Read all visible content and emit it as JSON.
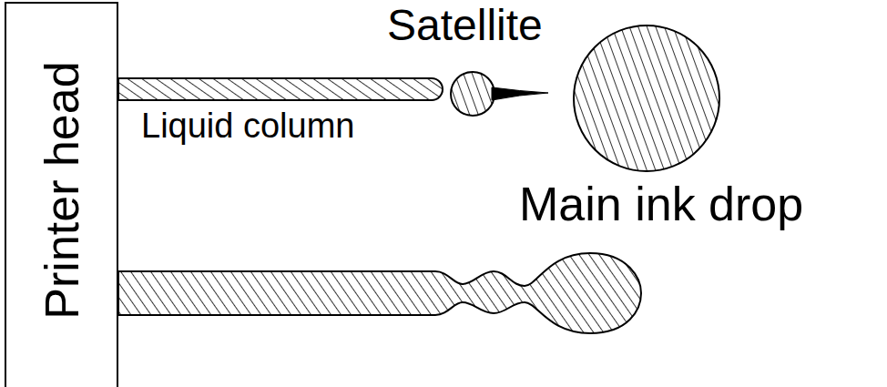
{
  "diagram": {
    "nodes": [
      {
        "text": [
          "Printer head"
        ]
      }
    ],
    "labels": [
      "Satellite",
      "Liquid column",
      "Main ink drop"
    ]
  }
}
